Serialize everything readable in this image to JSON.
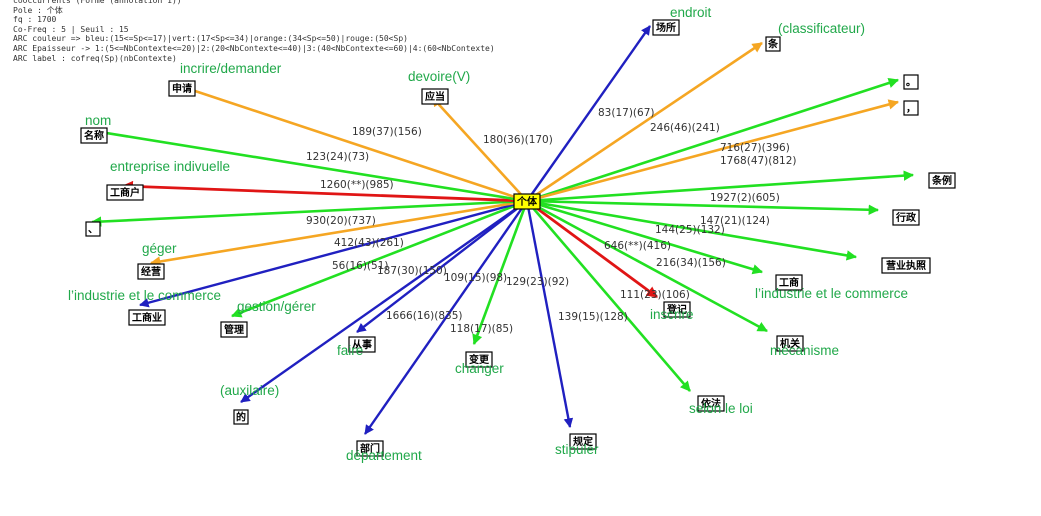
{
  "header_lines": [
    "cooccurrents (Forme (annotation 1))",
    "Pole : 个体",
    "fq : 1700",
    "Co-Freq : 5 | Seuil : 15",
    "ARC couleur => bleu:(15<=Sp<=17)|vert:(17<Sp<=34)|orange:(34<Sp<=50)|rouge:(50<Sp)",
    "ARC Epaisseur -> 1:(5<=NbContexte<=20)|2:(20<NbContexte<=40)|3:(40<NbContexte<=60)|4:(60<NbContexte)",
    "ARC label : cofreq(Sp)(nbContexte)"
  ],
  "colors": {
    "blue": "#2020c0",
    "green": "#22e022",
    "orange": "#f5a623",
    "red": "#e01515",
    "gloss": "#21a84a",
    "center": "#ffff00"
  },
  "center": {
    "label": "个体"
  },
  "nodes": [
    {
      "id": "changsuo",
      "label": "场所",
      "gloss": "endroit",
      "edge_label": "83(17)(67)",
      "color": "blue"
    },
    {
      "id": "tiao",
      "label": "条",
      "gloss": "(classificateur)",
      "edge_label": "246(46)(241)",
      "color": "orange"
    },
    {
      "id": "period",
      "label": "。",
      "gloss": "",
      "edge_label": "716(27)(396)",
      "color": "green"
    },
    {
      "id": "comma",
      "label": "，",
      "gloss": "",
      "edge_label": "1768(47)(812)",
      "color": "orange"
    },
    {
      "id": "tiaoli",
      "label": "条例",
      "gloss": "",
      "edge_label": "1927(2)(605)",
      "color": "green"
    },
    {
      "id": "xingzheng",
      "label": "行政",
      "gloss": "",
      "edge_label": "147(21)(124)",
      "color": "green"
    },
    {
      "id": "yingye",
      "label": "营业执照",
      "gloss": "",
      "edge_label": "144(25)(132)",
      "color": "green"
    },
    {
      "id": "gongshang",
      "label": "工商",
      "gloss": "l’industrie et le commerce",
      "edge_label": "216(34)(156)",
      "color": "green"
    },
    {
      "id": "dengji",
      "label": "登记",
      "gloss": "inscrire",
      "edge_label": "111(23)(106)",
      "color": "red"
    },
    {
      "id": "jiguan",
      "label": "机关",
      "gloss": "mécanisme",
      "edge_label": "646(**)(416)",
      "color": "green"
    },
    {
      "id": "yifa",
      "label": "依法",
      "gloss": "selon le loi",
      "edge_label": "129(23)(92)",
      "color": "green"
    },
    {
      "id": "guiding",
      "label": "规定",
      "gloss": "stipuler",
      "edge_label": "139(15)(128)",
      "color": "blue"
    },
    {
      "id": "biangeng",
      "label": "变更",
      "gloss": "changer",
      "edge_label": "118(17)(85)",
      "color": "green"
    },
    {
      "id": "bumen",
      "label": "部门",
      "gloss": "département",
      "edge_label": "109(15)(98)",
      "color": "blue"
    },
    {
      "id": "congshi",
      "label": "从事",
      "gloss": "faire",
      "edge_label": "1666(16)(835)",
      "color": "blue"
    },
    {
      "id": "de",
      "label": "的",
      "gloss": "(auxilaire)",
      "edge_label": "187(30)(150)",
      "color": "blue"
    },
    {
      "id": "guanli",
      "label": "管理",
      "gloss": "gestion/gérer",
      "edge_label": "",
      "color": "green"
    },
    {
      "id": "gongshangye",
      "label": "工商业",
      "gloss": "l’industrie et le commerce",
      "edge_label": "56(16)(51)",
      "color": "blue"
    },
    {
      "id": "jingying",
      "label": "经营",
      "gloss": "géger",
      "edge_label": "412(43)(261)",
      "color": "orange"
    },
    {
      "id": "dot",
      "label": "、",
      "gloss": "",
      "edge_label": "930(20)(737)",
      "color": "green"
    },
    {
      "id": "gongshanghu",
      "label": "工商户",
      "gloss": "entreprise indivuelle",
      "edge_label": "1260(**)(985)",
      "color": "red"
    },
    {
      "id": "mingcheng",
      "label": "名称",
      "gloss": "nom",
      "edge_label": "123(24)(73)",
      "color": "green"
    },
    {
      "id": "shenqing",
      "label": "申请",
      "gloss": "incrire/demander",
      "edge_label": "189(37)(156)",
      "color": "orange"
    },
    {
      "id": "yingdang",
      "label": "应当",
      "gloss": "devoire(V)",
      "edge_label": "180(36)(170)",
      "color": "orange"
    }
  ]
}
